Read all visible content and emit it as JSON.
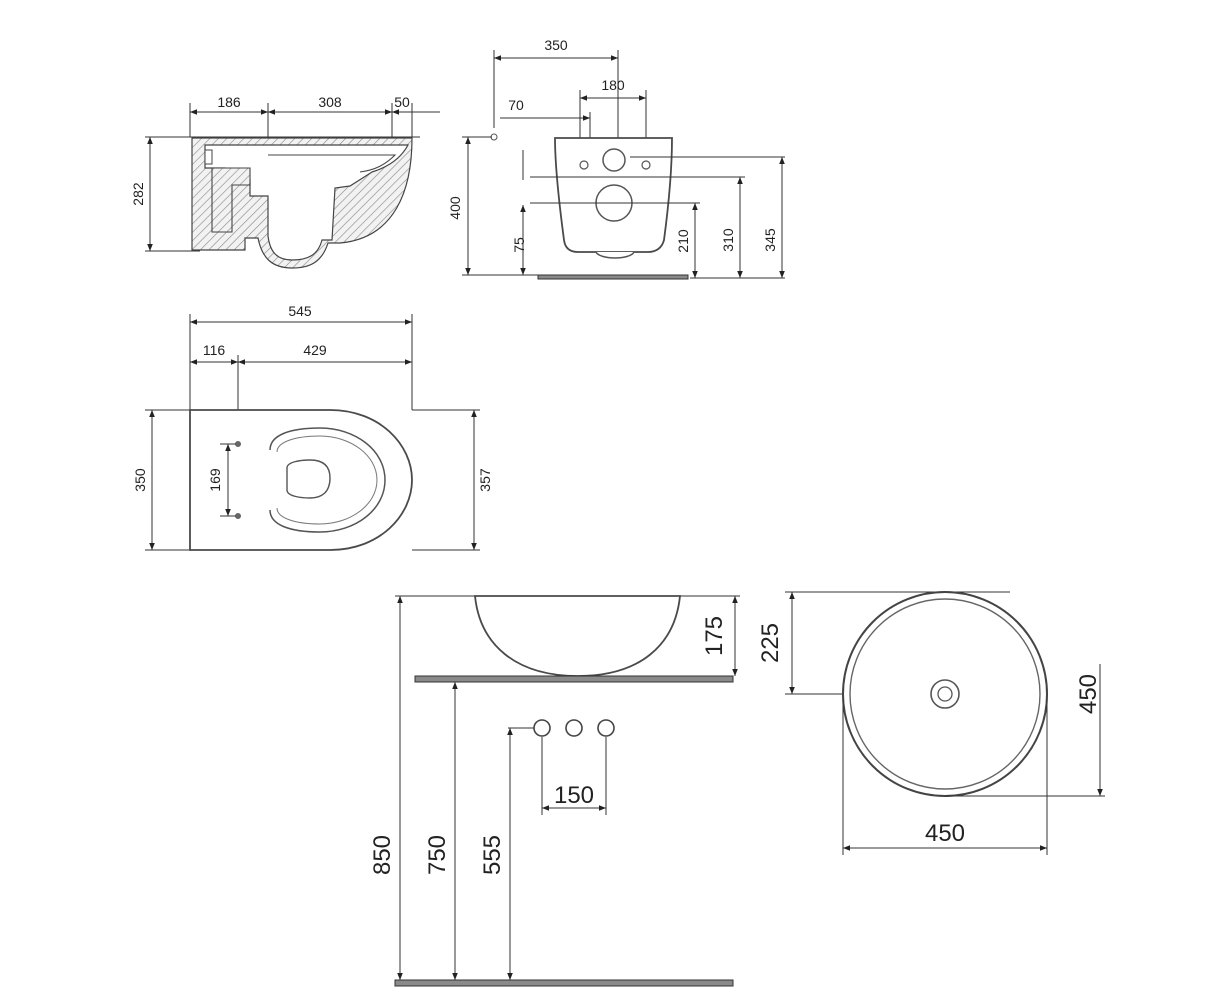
{
  "toilet_side": {
    "w186": "186",
    "w308": "308",
    "w50": "50",
    "h282": "282"
  },
  "toilet_front": {
    "w350": "350",
    "w180": "180",
    "w70": "70",
    "h400": "400",
    "h75": "75",
    "h210": "210",
    "h310": "310",
    "h345": "345"
  },
  "toilet_top": {
    "w545": "545",
    "w116": "116",
    "w429": "429",
    "h350": "350",
    "h169": "169",
    "h357": "357"
  },
  "basin_front": {
    "h175": "175",
    "w150": "150",
    "h850": "850",
    "h750": "750",
    "h555": "555"
  },
  "basin_top": {
    "h225": "225",
    "h450": "450",
    "w450": "450"
  }
}
